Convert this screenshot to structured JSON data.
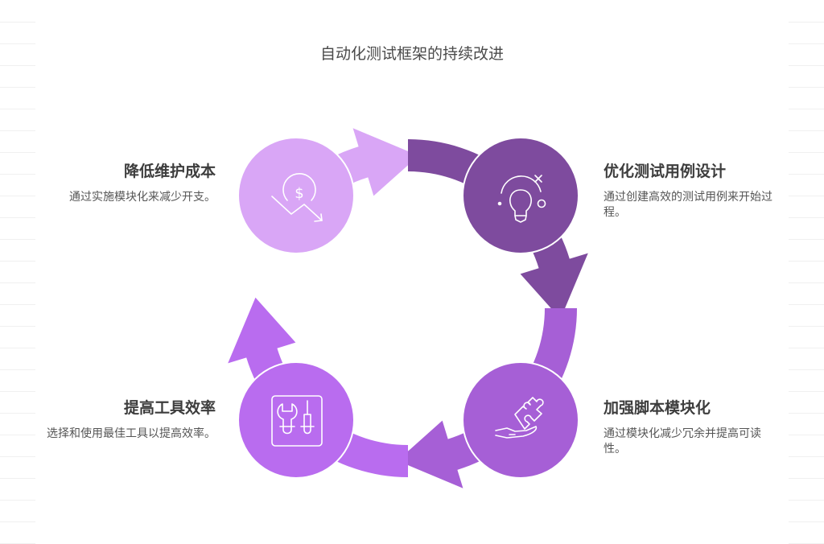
{
  "title": "自动化测试框架的持续改进",
  "colors": {
    "step1": "#7e4b9e",
    "step2": "#a65fd6",
    "step3": "#b96cef",
    "step4": "#d9a6f6",
    "text_heading": "#3d3d3d",
    "text_body": "#555555"
  },
  "steps": [
    {
      "heading": "优化测试用例设计",
      "body": "通过创建高效的测试用例来开始过程。",
      "icon": "lightbulb-icon"
    },
    {
      "heading": "加强脚本模块化",
      "body": "通过模块化减少冗余并提高可读性。",
      "icon": "puzzle-hand-icon"
    },
    {
      "heading": "提高工具效率",
      "body": "选择和使用最佳工具以提高效率。",
      "icon": "tools-icon"
    },
    {
      "heading": "降低维护成本",
      "body": "通过实施模块化来减少开支。",
      "icon": "cost-down-icon"
    }
  ]
}
